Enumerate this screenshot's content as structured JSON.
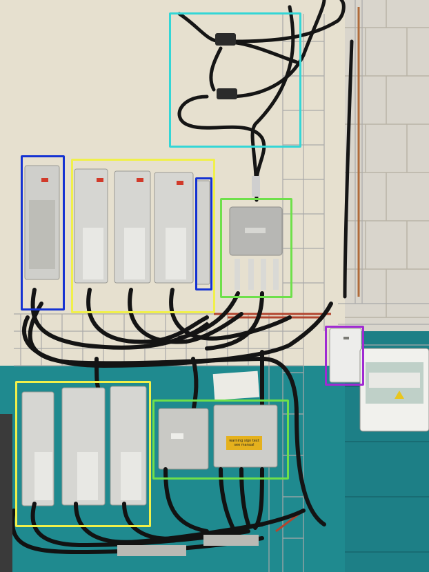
{
  "scene": {
    "upper_wall_color": "#e6e0cf",
    "lower_wall_color": "#1f8a8f",
    "cable_color": "#151515"
  },
  "labels": {
    "warning_sign": "warning sign text",
    "warning_sign_line2": "see manual"
  },
  "overlay_boxes": [
    {
      "id": "cyan-box",
      "color": "#33d6d6"
    },
    {
      "id": "blue-box-left",
      "color": "#1432d2"
    },
    {
      "id": "yellow-box-top",
      "color": "#f0f04a"
    },
    {
      "id": "blue-box-small",
      "color": "#1432d2"
    },
    {
      "id": "green-box-top",
      "color": "#6ee04a"
    },
    {
      "id": "purple-box",
      "color": "#a02ad2"
    },
    {
      "id": "yellow-box-bottom",
      "color": "#f0f04a"
    },
    {
      "id": "green-box-bottom",
      "color": "#6ee04a"
    }
  ]
}
